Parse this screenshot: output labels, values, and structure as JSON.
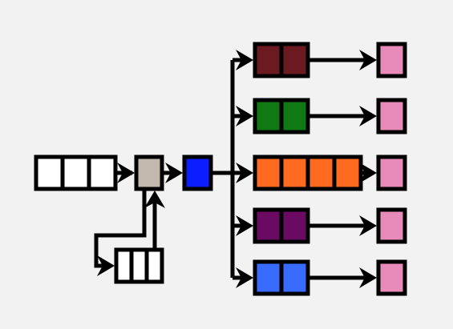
{
  "colors": {
    "background": "#f2f2f2",
    "outline": "#000000",
    "input_queue": "#ffffff",
    "recycle_queue": "#ffffff",
    "scheduler": "#c2b8ad",
    "dispatcher": "#0a1eff",
    "sink": "#e88bb8"
  },
  "pipeline": {
    "input_queue_cells": 3,
    "recycle_queue_cells": 3,
    "branches": [
      {
        "name": "dark-red-branch",
        "color": "#6b1a1f",
        "cells": 2
      },
      {
        "name": "green-branch",
        "color": "#0f7a14",
        "cells": 2
      },
      {
        "name": "orange-branch",
        "color": "#ff6a21",
        "cells": 4
      },
      {
        "name": "purple-branch",
        "color": "#6b0a63",
        "cells": 2
      },
      {
        "name": "blue-branch",
        "color": "#3a6bff",
        "cells": 2
      }
    ]
  }
}
